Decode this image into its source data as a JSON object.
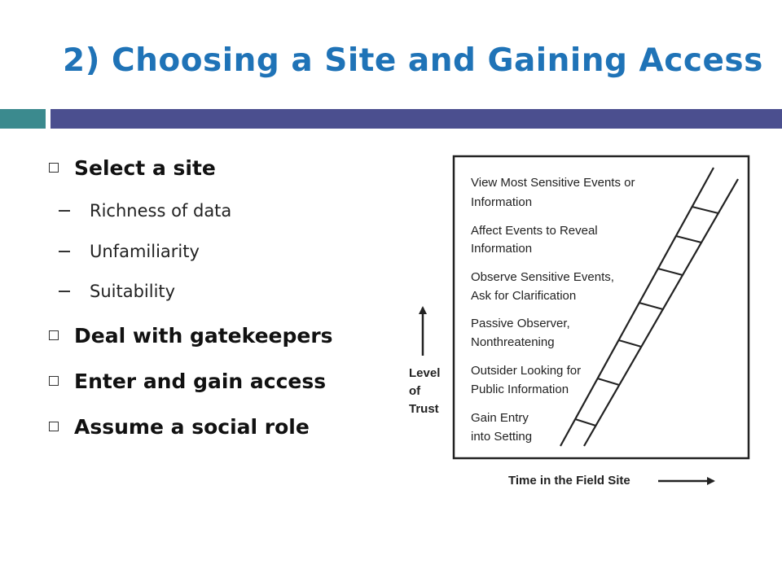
{
  "slide": {
    "title": "2) Choosing a Site and Gaining Access",
    "colors": {
      "title": "#1f73b7",
      "bar_teal": "#3b8a8e",
      "bar_navy": "#4b4f8f"
    }
  },
  "bullets": [
    {
      "text": "Select a site",
      "sub": [
        "Richness of data",
        "Unfamiliarity",
        "Suitability"
      ]
    },
    {
      "text": "Deal with gatekeepers"
    },
    {
      "text": "Enter and gain access"
    },
    {
      "text": "Assume a social role"
    }
  ],
  "diagram": {
    "stages": [
      [
        "View Most Sensitive Events or",
        "Information"
      ],
      [
        "Affect Events to Reveal",
        "Information"
      ],
      [
        "Observe Sensitive Events,",
        "Ask for Clarification"
      ],
      [
        "Passive Observer,",
        "Nonthreatening"
      ],
      [
        "Outsider Looking for",
        "Public Information"
      ],
      [
        "Gain Entry",
        "into Setting"
      ]
    ],
    "y_axis_label": [
      "Level",
      "of",
      "Trust"
    ],
    "x_axis_label": "Time in the Field Site"
  }
}
